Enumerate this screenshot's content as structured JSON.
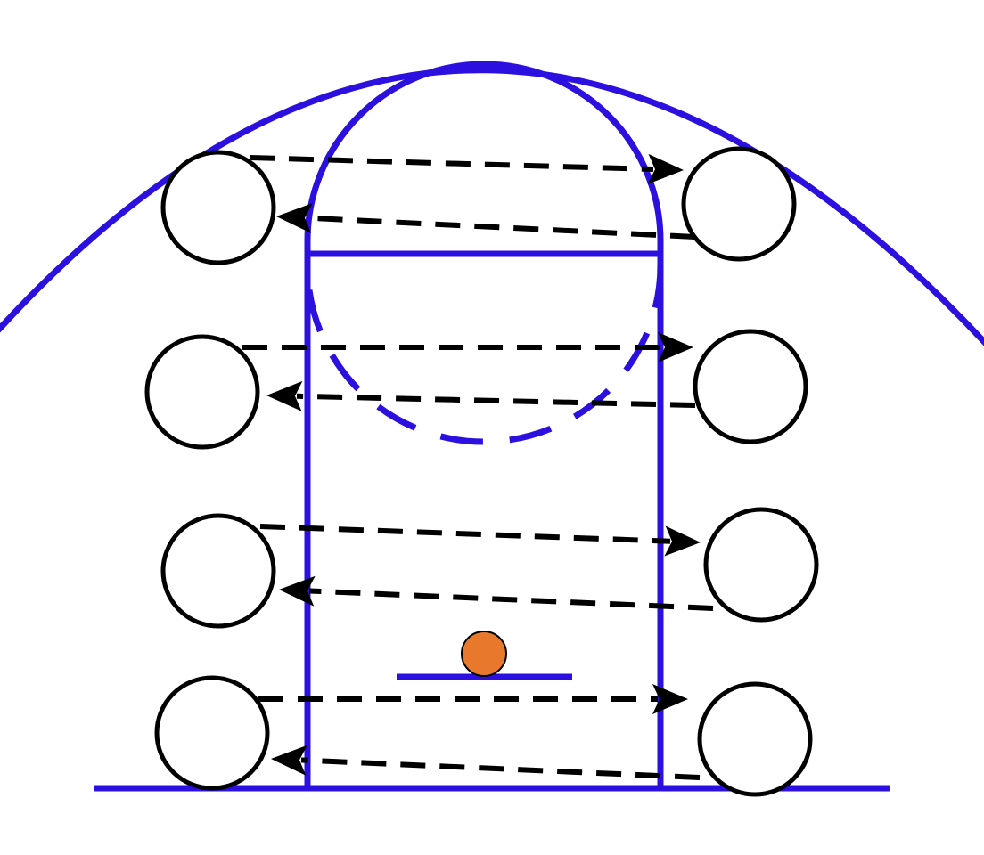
{
  "title": "",
  "colors": {
    "court_lines": "#2b10e0",
    "players": "#000000",
    "passes": "#000000",
    "ball": "#e8792c",
    "background": "#ffffff"
  },
  "elements": {
    "players": [
      {
        "side": "left",
        "row": 1
      },
      {
        "side": "right",
        "row": 1
      },
      {
        "side": "left",
        "row": 2
      },
      {
        "side": "right",
        "row": 2
      },
      {
        "side": "left",
        "row": 3
      },
      {
        "side": "right",
        "row": 3
      },
      {
        "side": "left",
        "row": 4
      },
      {
        "side": "right",
        "row": 4
      }
    ],
    "passes": [
      {
        "row": 1,
        "direction": "left-to-right",
        "style": "dashed"
      },
      {
        "row": 1,
        "direction": "right-to-left",
        "style": "dashed"
      },
      {
        "row": 2,
        "direction": "left-to-right",
        "style": "dashed"
      },
      {
        "row": 2,
        "direction": "right-to-left",
        "style": "dashed"
      },
      {
        "row": 3,
        "direction": "left-to-right",
        "style": "dashed"
      },
      {
        "row": 3,
        "direction": "right-to-left",
        "style": "dashed"
      },
      {
        "row": 4,
        "direction": "left-to-right",
        "style": "dashed"
      },
      {
        "row": 4,
        "direction": "right-to-left",
        "style": "dashed"
      }
    ],
    "ball_count": 1
  }
}
